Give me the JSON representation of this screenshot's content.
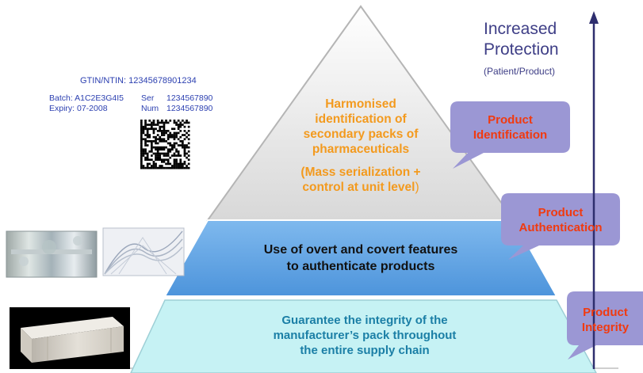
{
  "label": {
    "gtin": "GTIN/NTIN: 12345678901234",
    "batch": "Batch: A1C2E3G4I5",
    "ser_label": "Ser",
    "ser_value": "1234567890",
    "expiry": "Expiry: 07-2008",
    "num_label": "Num",
    "num_value": "1234567890"
  },
  "pyramid": {
    "top_lines": [
      "Harmonised",
      "identification of",
      "secondary packs of",
      "pharmaceuticals"
    ],
    "top_sub_line1": "(Mass serialization +",
    "top_sub_line2": "control at unit level",
    "top_sub_paren": ")",
    "middle_lines": [
      "Use of overt and covert features",
      "to authenticate products"
    ],
    "bottom_lines": [
      "Guarantee the integrity of the",
      "manufacturer’s pack throughout",
      "the entire supply chain"
    ]
  },
  "callouts": {
    "identification": [
      "Product",
      "Identification"
    ],
    "authentication": [
      "Product",
      "Authentication"
    ],
    "integrity": [
      "Product",
      "Integrity"
    ]
  },
  "axis": {
    "title_line1": "Increased",
    "title_line2": "Protection",
    "subtitle": "(Patient/Product)"
  },
  "colors": {
    "top_text": "#f39a1e",
    "middle_fill": "#5ba3e6",
    "bottom_fill": "#c6f2f4",
    "callout_fill": "#9b97d4",
    "callout_text": "#f03a10",
    "axis": "#2e2e6e"
  }
}
